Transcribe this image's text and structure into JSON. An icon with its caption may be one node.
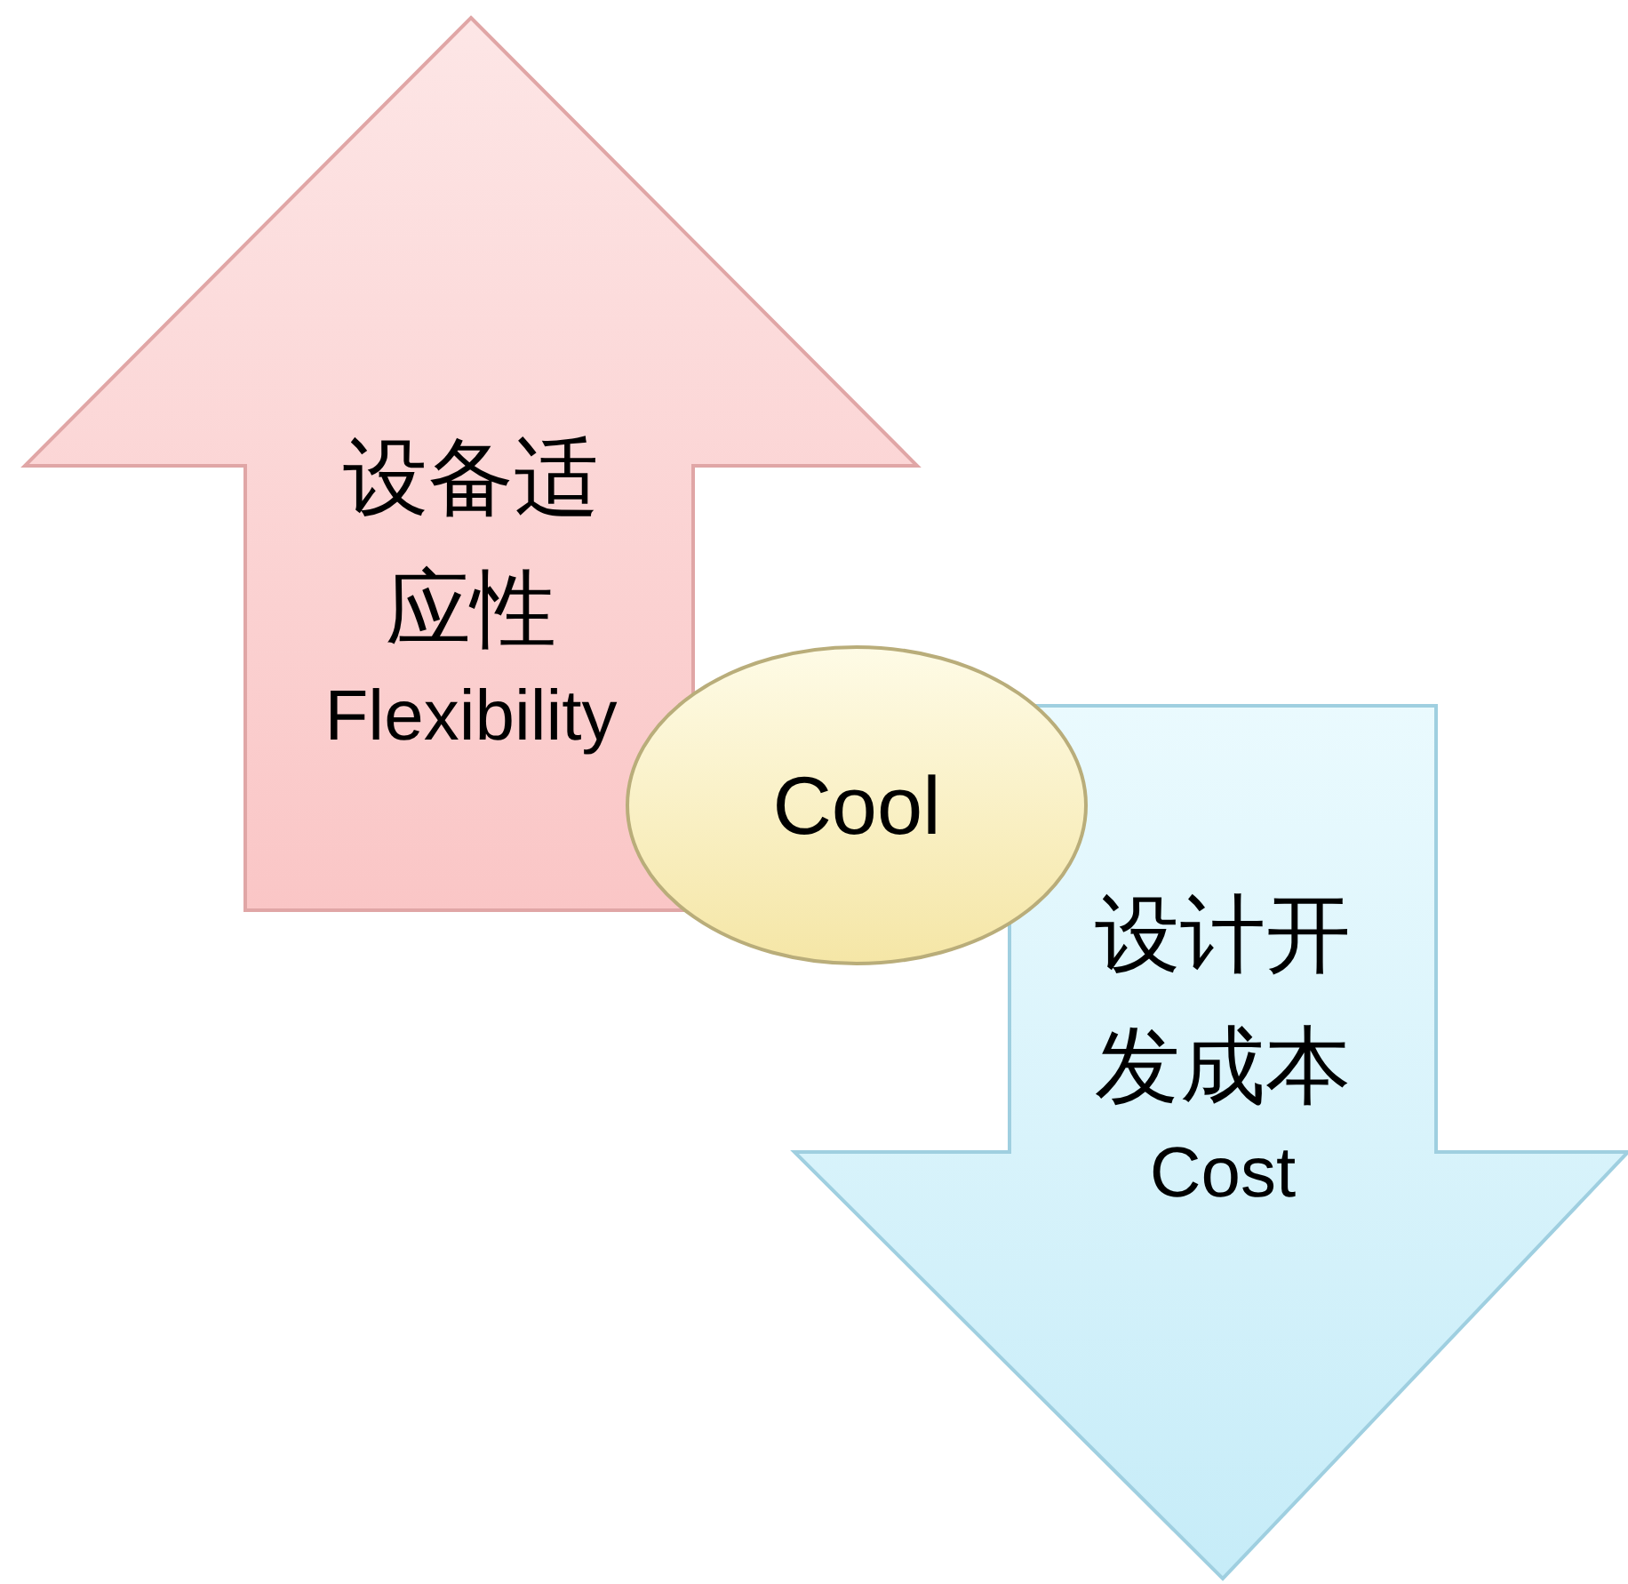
{
  "diagram": {
    "nodes": [
      {
        "text": [
          "设备适应性",
          "Flexibility"
        ]
      },
      {
        "text": [
          "设计开发成本",
          "Cost"
        ]
      },
      {
        "text": [
          "Cool"
        ]
      }
    ]
  }
}
